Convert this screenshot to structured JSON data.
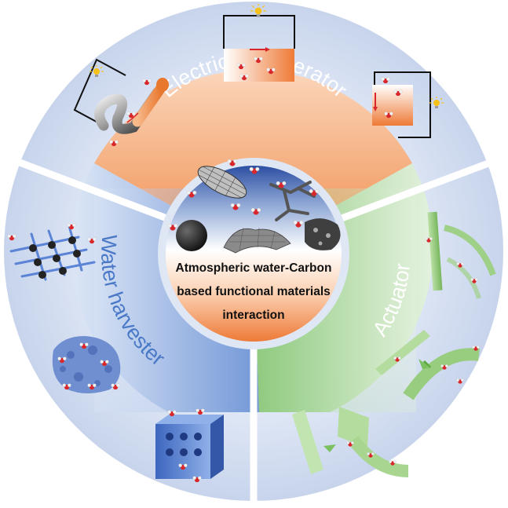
{
  "center": {
    "line1": "Atmospheric water-Carbon",
    "line2": "based functional materials",
    "line3": "interaction"
  },
  "segments": {
    "top": {
      "label": "Electricity generator"
    },
    "left": {
      "label": "Water harvester"
    },
    "right": {
      "label": "Actuator"
    }
  },
  "colors": {
    "outer_ring": "#d3ddf0",
    "electricity_band": "#f3a46e",
    "harvester_band": "#8fb1e0",
    "actuator_band": "#a9d59a",
    "center_dark_blue": "#2d4fa3",
    "center_orange": "#ee7a37",
    "water_oxygen": "#d9262b",
    "circuit_wire": "#111111",
    "bulb": "#f6c21a"
  },
  "icons": [
    "light-bulb-icon",
    "water-molecule-icon",
    "arrow-icon"
  ]
}
